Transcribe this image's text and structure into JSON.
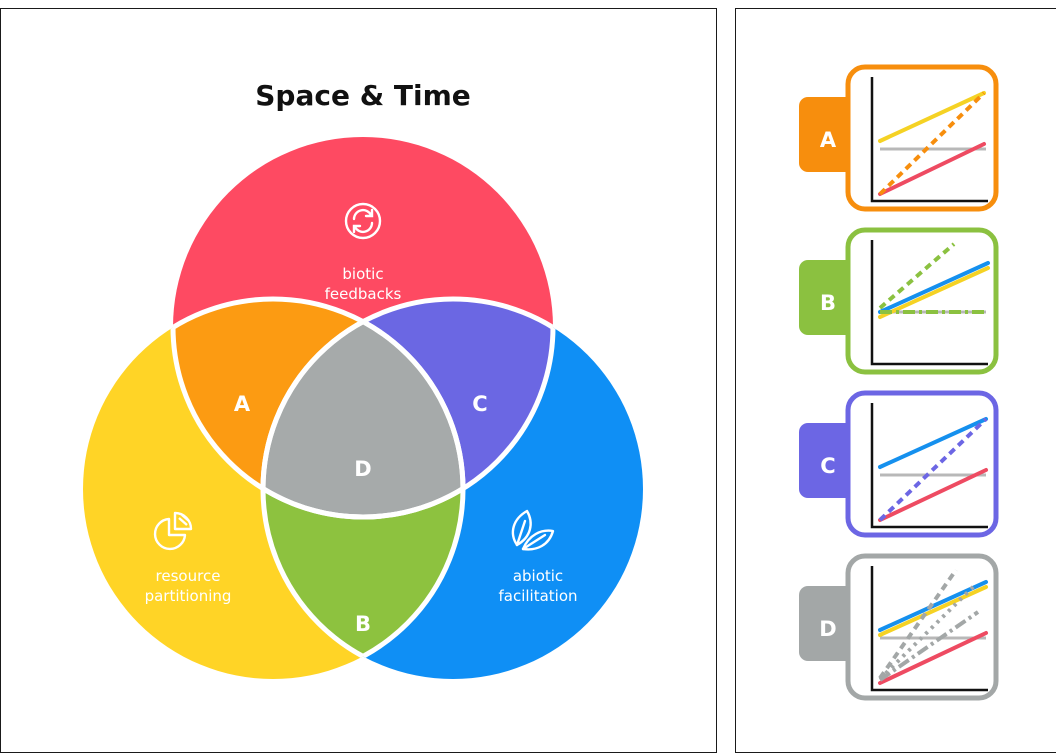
{
  "venn": {
    "title": "Space & Time",
    "sets": {
      "biotic": {
        "line1": "biotic",
        "line2": "feedbacks",
        "color": "#fe4a62",
        "icon": "cycle-arrows-icon"
      },
      "resource": {
        "line1": "resource",
        "line2": "partitioning",
        "color": "#ffd426",
        "icon": "pie-chart-icon"
      },
      "abiotic": {
        "line1": "abiotic",
        "line2": "facilitation",
        "color": "#0f8ff5",
        "icon": "leaves-icon"
      }
    },
    "regions": {
      "A": {
        "label": "A",
        "color": "#fc9b12"
      },
      "B": {
        "label": "B",
        "color": "#8dc23f"
      },
      "C": {
        "label": "C",
        "color": "#6b67e3"
      },
      "D": {
        "label": "D",
        "color": "#a6aaaa"
      }
    }
  },
  "cards": [
    {
      "label": "A",
      "color": "#f78e0d"
    },
    {
      "label": "B",
      "color": "#8bc140"
    },
    {
      "label": "C",
      "color": "#6c66e4"
    },
    {
      "label": "D",
      "color": "#a3a7a7"
    }
  ],
  "line_colors": {
    "yellow": "#f5d224",
    "red": "#ee4b62",
    "blue": "#1590ee",
    "gray": "#b8b8b8"
  }
}
